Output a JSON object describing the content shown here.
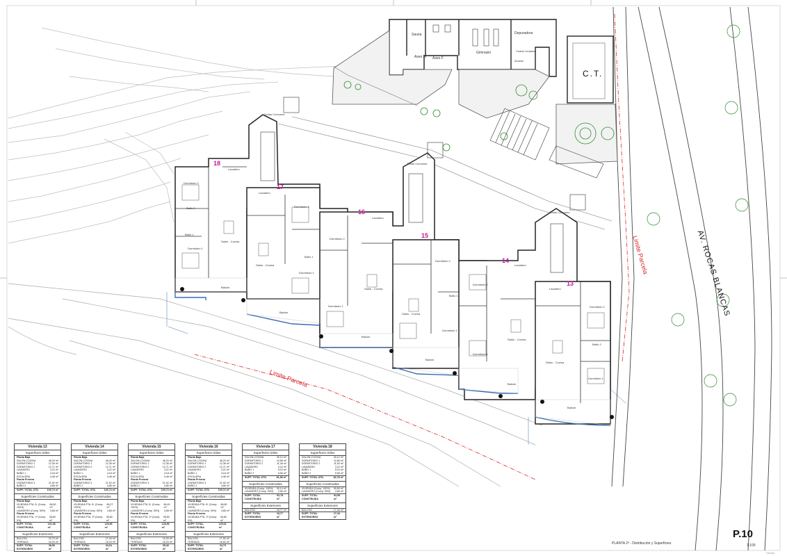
{
  "plan": {
    "street_name": "AV. ROCAS BLANCAS",
    "parcel_limit_label": "Limite Parcela",
    "ct_label": "C.T.",
    "units": [
      {
        "number": "18"
      },
      {
        "number": "17"
      },
      {
        "number": "16"
      },
      {
        "number": "15"
      },
      {
        "number": "14"
      },
      {
        "number": "13"
      }
    ],
    "room_labels": {
      "sauna": "Sauna",
      "aseo_m": "Aseo M",
      "aseo_f": "Aseo F",
      "gimnasio": "Gimnasio",
      "depuradora": "Depuradora",
      "cuarto_limpieza": "Cuarto Limpieza",
      "acceso": "Acceso",
      "zonas_comunes": "Zonas Comunes",
      "lavadero": "Lavadero",
      "dormitorio_1": "Dormitorio 1",
      "dormitorio_2": "Dormitorio 2",
      "bano_1": "Baño 1",
      "bano_2": "Baño 2",
      "salon_cocina": "Salón - Cocina",
      "balcon": "Balcón"
    }
  },
  "tables": [
    {
      "title": "Vivienda 13",
      "utiles_header": "Superficies Útiles",
      "utiles_subheader": "Planta Baja",
      "utiles": [
        [
          "SALON-COCINA",
          "46,20 m²"
        ],
        [
          "DORMITORIO 1",
          "12,36 m²"
        ],
        [
          "DORMITORIO 2",
          "12,71 m²"
        ],
        [
          "LAVADERO",
          "3,22 m²"
        ],
        [
          "BAÑO 1",
          "4,18 m²"
        ],
        [
          "ESCALERA",
          "4,48 m²"
        ]
      ],
      "utiles_subheader2": "Planta Primera",
      "utiles2": [
        [
          "DORMITORIO 3",
          "21,92 m²"
        ],
        [
          "BAÑO 2",
          "4,86 m²"
        ]
      ],
      "utiles_total": [
        "SUPF. TOTAL ÚTIL",
        "109,74 m²"
      ],
      "construidas_header": "Superficies Construidas",
      "construidas_subheader": "Planta Baja",
      "construidas": [
        [
          "VIVIENDA PTA. B. (Comp. 100%)",
          "86,80 m²"
        ],
        [
          "LAVADERO (Comp. 50%)",
          "3,68 m²"
        ]
      ],
      "construidas_subheader2": "Planta Primera",
      "construidas2": [
        [
          "VIVIENDA PTA. 1ª (Comp. 0%)",
          "38,80 m²"
        ]
      ],
      "construidas_total": [
        "SUPF. TOTAL CONSTRUIDA",
        "131,38 m²"
      ],
      "exteriores_header": "Superficies Exteriores",
      "exteriores": [
        [
          "BALCÓN",
          "22,70 m²"
        ],
        [
          "TERRAZA",
          "16,20 m²"
        ]
      ],
      "exteriores_total": [
        "SUPF. TOTAL EXTERIORES",
        "38,90 m²"
      ]
    },
    {
      "title": "Vivienda 14",
      "utiles_header": "Superficies Útiles",
      "utiles_subheader": "Planta Baja",
      "utiles": [
        [
          "SALON-COCINA",
          "46,20 m²"
        ],
        [
          "DORMITORIO 1",
          "12,36 m²"
        ],
        [
          "DORMITORIO 2",
          "12,71 m²"
        ],
        [
          "LAVADERO",
          "3,22 m²"
        ],
        [
          "BAÑO 1",
          "4,18 m²"
        ],
        [
          "ESCALERA",
          "4,48 m²"
        ]
      ],
      "utiles_subheader2": "Planta Primera",
      "utiles2": [
        [
          "DORMITORIO 3",
          "21,92 m²"
        ],
        [
          "BAÑO 2",
          "4,86 m²"
        ]
      ],
      "utiles_total": [
        "SUPF. TOTAL ÚTIL",
        "109,74 m²"
      ],
      "construidas_header": "Superficies Construidas",
      "construidas_subheader": "Planta Baja",
      "construidas": [
        [
          "VIVIENDA PTA. B. (Comp. 100%)",
          "86,27 m²"
        ],
        [
          "LAVADERO (Comp. 50%)",
          "3,68 m²"
        ]
      ],
      "construidas_subheader2": "Planta Primera",
      "construidas2": [
        [
          "VIVIENDA PTA. 1ª (Comp. 0%)",
          "38,80 m²"
        ]
      ],
      "construidas_total": [
        "SUPF. TOTAL CONSTRUIDA",
        "128,96 m²"
      ],
      "exteriores_header": "Superficies Exteriores",
      "exteriores": [
        [
          "BALCÓN",
          "17,44 m²"
        ],
        [
          "TERRAZA",
          "16,20 m²"
        ]
      ],
      "exteriores_total": [
        "SUPF. TOTAL EXTERIORES",
        "33,64 m²"
      ]
    },
    {
      "title": "Vivienda 15",
      "utiles_header": "Superficies Útiles",
      "utiles_subheader": "Planta Baja",
      "utiles": [
        [
          "SALON-COCINA",
          "46,20 m²"
        ],
        [
          "DORMITORIO 1",
          "12,36 m²"
        ],
        [
          "DORMITORIO 2",
          "12,71 m²"
        ],
        [
          "LAVADERO",
          "3,22 m²"
        ],
        [
          "BAÑO 1",
          "4,18 m²"
        ],
        [
          "ESCALERA",
          "4,48 m²"
        ]
      ],
      "utiles_subheader2": "Planta Primera",
      "utiles2": [
        [
          "DORMITORIO 3",
          "21,92 m²"
        ],
        [
          "BAÑO 2",
          "4,86 m²"
        ]
      ],
      "utiles_total": [
        "SUPF. TOTAL ÚTIL",
        "109,74 m²"
      ],
      "construidas_header": "Superficies Construidas",
      "construidas_subheader": "Planta Baja",
      "construidas": [
        [
          "VIVIENDA PTA. B. (Comp. 100%)",
          "86,49 m²"
        ],
        [
          "LAVADERO (Comp. 50%)",
          "3,68 m²"
        ]
      ],
      "construidas_subheader2": "Planta Primera",
      "construidas2": [
        [
          "VIVIENDA PTA. 1ª (Comp. 0%)",
          "38,80 m²"
        ]
      ],
      "construidas_total": [
        "SUPF. TOTAL CONSTRUIDA",
        "128,96 m²"
      ],
      "exteriores_header": "Superficies Exteriores",
      "exteriores": [
        [
          "BALCÓN",
          "19,20 m²"
        ],
        [
          "TERRAZA",
          "16,20 m²"
        ]
      ],
      "exteriores_total": [
        "SUPF. TOTAL EXTERIORES",
        "35,40 m²"
      ]
    },
    {
      "title": "Vivienda 16",
      "utiles_header": "Superficies Útiles",
      "utiles_subheader": "Planta Baja",
      "utiles": [
        [
          "SALON-COCINA",
          "46,20 m²"
        ],
        [
          "DORMITORIO 1",
          "12,36 m²"
        ],
        [
          "DORMITORIO 2",
          "12,71 m²"
        ],
        [
          "LAVADERO",
          "3,22 m²"
        ],
        [
          "BAÑO 1",
          "4,18 m²"
        ],
        [
          "ESCALERA",
          "4,48 m²"
        ]
      ],
      "utiles_subheader2": "Planta Primera",
      "utiles2": [
        [
          "DORMITORIO 3",
          "21,92 m²"
        ],
        [
          "BAÑO 2",
          "4,86 m²"
        ]
      ],
      "utiles_total": [
        "SUPF. TOTAL ÚTIL",
        "109,74 m²"
      ],
      "construidas_header": "Superficies Construidas",
      "construidas_subheader": "Planta Baja",
      "construidas": [
        [
          "VIVIENDA PTA. B. (Comp. 100%)",
          "86,80 m²"
        ],
        [
          "LAVADERO (Comp. 50%)",
          "3,68 m²"
        ]
      ],
      "construidas_subheader2": "Planta Primera",
      "construidas2": [
        [
          "VIVIENDA PTA. 1ª (Comp. 0%)",
          "38,80 m²"
        ]
      ],
      "construidas_total": [
        "SUPF. TOTAL CONSTRUIDA",
        "129,61 m²"
      ],
      "exteriores_header": "Superficies Exteriores",
      "exteriores": [
        [
          "BALCÓN",
          "17,90 m²"
        ],
        [
          "TERRAZA",
          "16,83 m²"
        ]
      ],
      "exteriores_total": [
        "SUPF. TOTAL EXTERIORES",
        "34,73 m²"
      ]
    },
    {
      "title": "Vivienda 17",
      "utiles_header": "Superficies Útiles",
      "utiles": [
        [
          "SALON-COCINA",
          "40,12 m²"
        ],
        [
          "DORMITORIO 1",
          "10,85 m²"
        ],
        [
          "DORMITORIO 2",
          "11,46 m²"
        ],
        [
          "LAVADERO",
          "3,22 m²"
        ],
        [
          "BAÑO 1",
          "5,15 m²"
        ],
        [
          "BAÑO 2",
          "5,56 m²"
        ]
      ],
      "utiles_total": [
        "SUPF. TOTAL ÚTIL",
        "81,98 m²"
      ],
      "construidas_header": "Superficies Construidas",
      "construidas": [
        [
          "VIVIENDA (Comp. 100%)",
          "90,14 m²"
        ],
        [
          "LAVADERO (Comp. 50%)",
          "2,66 m²"
        ]
      ],
      "construidas_total": [
        "SUPF. TOTAL CONSTRUIDA",
        "92,78 m²"
      ],
      "exteriores_header": "Superficies Exteriores",
      "exteriores": [
        [
          "BALCÓN",
          "18,77 m²"
        ]
      ],
      "exteriores_total": [
        "SUPF. TOTAL EXTERIORES",
        "18,77 m²"
      ]
    },
    {
      "title": "Vivienda 18",
      "utiles_header": "Superficies Útiles",
      "utiles": [
        [
          "SALON-COCINA",
          "40,12 m²"
        ],
        [
          "DORMITORIO 1",
          "10,85 m²"
        ],
        [
          "DORMITORIO 2",
          "11,83 m²"
        ],
        [
          "LAVADERO",
          "3,22 m²"
        ],
        [
          "BAÑO 1",
          "5,15 m²"
        ],
        [
          "BAÑO 2",
          "5,56 m²"
        ]
      ],
      "utiles_total": [
        "SUPF. TOTAL ÚTIL",
        "82,78 m²"
      ],
      "construidas_header": "Superficies Construidas",
      "construidas": [
        [
          "VIVIENDA (Comp. 100%)",
          "90,89 m²"
        ],
        [
          "LAVADERO (Comp. 50%)",
          "3,66 m²"
        ]
      ],
      "construidas_total": [
        "SUPF. TOTAL CONSTRUIDA",
        "94,55 m²"
      ],
      "exteriores_header": "Superficies Exteriores",
      "exteriores": [
        [
          "BALCÓN",
          "17,44 m²"
        ]
      ],
      "exteriores_total": [
        "SUPF. TOTAL EXTERIORES",
        "17,44 m²"
      ]
    }
  ],
  "title_block": {
    "sheet_number": "P.10",
    "sheet_title": "PLANTA 2ª - Distribución y Superficies",
    "scale": "1:100",
    "stamp": "Visado"
  },
  "colors": {
    "wall": "#222222",
    "balcony_edge": "#3a6fb5",
    "parcel_limit": "#d8262a",
    "unit_number": "#c2189a",
    "vegetation": "#2f8a2f",
    "terrain": "#b8b8b8"
  }
}
